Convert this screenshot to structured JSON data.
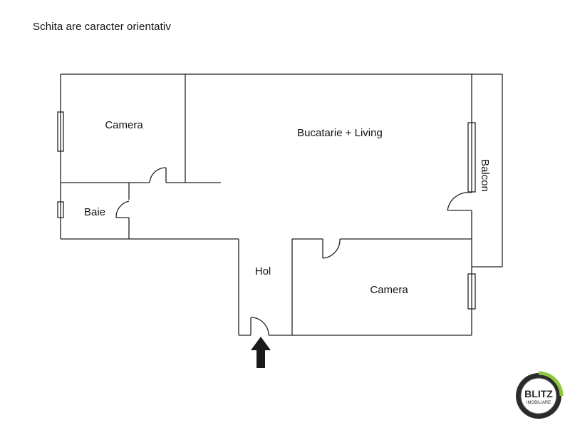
{
  "note": "Schita are caracter orientativ",
  "rooms": {
    "camera_1": "Camera",
    "bucatarie_living": "Bucatarie + Living",
    "baie": "Baie",
    "hol": "Hol",
    "camera_2": "Camera",
    "balcon": "Balcon"
  },
  "logo": {
    "brand": "BLITZ",
    "subtitle": "IMOBILIARE",
    "accent_color": "#8dc63f",
    "ring_color": "#2b2b2b"
  },
  "entrance_arrow": "arrow-up-icon"
}
